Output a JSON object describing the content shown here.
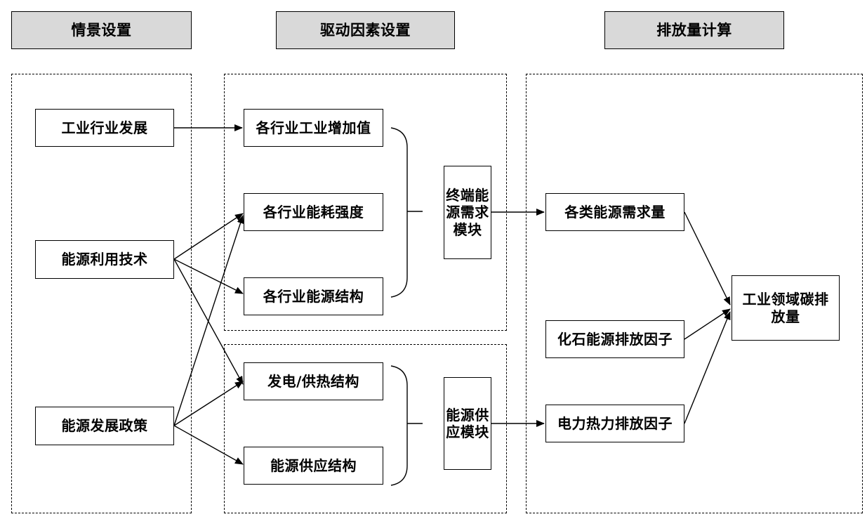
{
  "headers": {
    "scenario": "情景设置",
    "drivers": "驱动因素设置",
    "emissions": "排放量计算"
  },
  "scenario": {
    "industry_dev": "工业行业发展",
    "energy_tech": "能源利用技术",
    "energy_policy": "能源发展政策"
  },
  "drivers": {
    "value_added": "各行业工业增加值",
    "energy_intensity": "各行业能耗强度",
    "energy_structure": "各行业能源结构",
    "power_heat_structure": "发电/供热结构",
    "supply_structure": "能源供应结构"
  },
  "modules": {
    "demand": "终端能源需求模块",
    "supply": "能源供应模块"
  },
  "emissions": {
    "energy_demand": "各类能源需求量",
    "fossil_factor": "化石能源排放因子",
    "power_heat_factor": "电力热力排放因子",
    "total": "工业领域碳排放量"
  }
}
